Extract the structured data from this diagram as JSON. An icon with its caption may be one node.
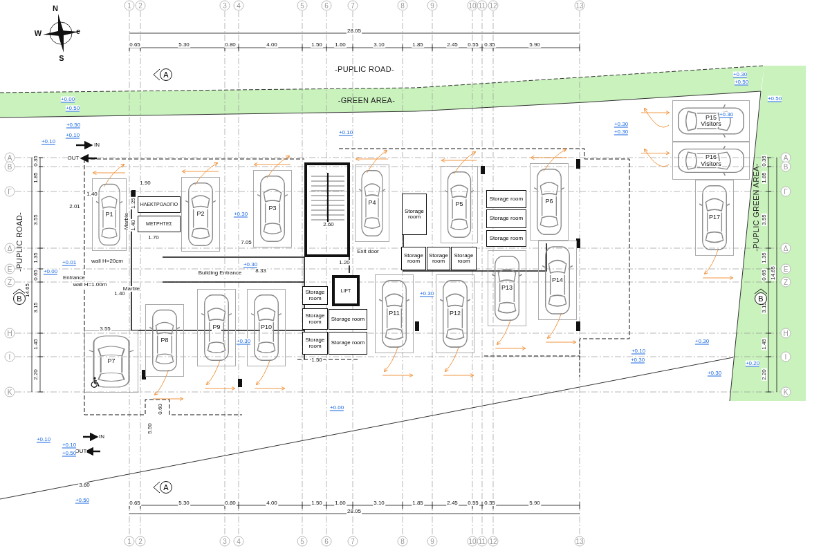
{
  "diagram": {
    "nodes": [
      {
        "text": [
          "P1"
        ]
      },
      {
        "text": [
          "P2"
        ]
      },
      {
        "text": [
          "P3"
        ]
      },
      {
        "text": [
          "P4"
        ]
      },
      {
        "text": [
          "P5"
        ]
      },
      {
        "text": [
          "P6"
        ]
      },
      {
        "text": [
          "P7"
        ]
      },
      {
        "text": [
          "P8"
        ]
      },
      {
        "text": [
          "P9"
        ]
      },
      {
        "text": [
          "P10"
        ]
      },
      {
        "text": [
          "P11"
        ]
      },
      {
        "text": [
          "P12"
        ]
      },
      {
        "text": [
          "P13"
        ]
      },
      {
        "text": [
          "P14"
        ]
      },
      {
        "text": [
          "P15",
          "Visitors"
        ]
      },
      {
        "text": [
          "P16",
          "Visitors"
        ]
      },
      {
        "text": [
          "P17"
        ]
      },
      {
        "text": [
          "LIFT"
        ]
      },
      {
        "text": [
          "ΗΛΕΚΤΡΟΛΟΓΙΟ"
        ]
      },
      {
        "text": [
          "ΜΕΤΡΗΤΕΣ"
        ]
      },
      {
        "text": [
          "Storage room"
        ]
      },
      {
        "text": [
          "Storage room"
        ]
      },
      {
        "text": [
          "Storage room"
        ]
      },
      {
        "text": [
          "Storage room"
        ]
      },
      {
        "text": [
          "Storage room"
        ]
      },
      {
        "text": [
          "Storage room"
        ]
      },
      {
        "text": [
          "Storage room"
        ]
      },
      {
        "text": [
          "Storage room"
        ]
      },
      {
        "text": [
          "Storage room"
        ]
      },
      {
        "text": [
          "Storage room"
        ]
      },
      {
        "text": [
          "Storage room"
        ]
      },
      {
        "text": [
          "Storage room"
        ]
      }
    ],
    "labels": [
      "N",
      "W",
      "e",
      "S",
      "1",
      "2",
      "3",
      "4",
      "5",
      "6",
      "7",
      "8",
      "9",
      "10",
      "11",
      "12",
      "13",
      "28.05",
      "0.65",
      "5.30",
      "0.80",
      "4.00",
      "1.50",
      "1.60",
      "3.10",
      "1.85",
      "2.45",
      "0.55",
      "0.35",
      "5.90",
      "-PUPLIC ROAD-",
      "A",
      "-GREEN AREA-",
      "+0.00",
      "+0.50",
      "+0.50",
      "+0.10",
      "+0.10",
      "+0.10",
      "+0.30",
      "+0.30",
      "+0.30",
      "+0.50",
      "+0.50",
      "+0.30",
      "IN",
      "OUT",
      "A",
      "B",
      "Γ",
      "Δ",
      "E",
      "Z",
      "H",
      "I",
      "K",
      "A",
      "B",
      "Γ",
      "Δ",
      "E",
      "Z",
      "H",
      "I",
      "K",
      "0.35",
      "1.85",
      "3.55",
      "1.35",
      "0.65",
      "3.15",
      "1.45",
      "2.20",
      "14.65",
      "0.35",
      "1.85",
      "3.55",
      "1.35",
      "0.65",
      "3.15",
      "1.45",
      "2.20",
      "14.65",
      "B",
      "B",
      "-PUPLIC ROAD-",
      "-PUPLIC GREEN AREA-",
      "1.90",
      "1.40",
      "2.01",
      "1.25",
      "1.40",
      "1.70",
      "7.05",
      "+0.01",
      "wall H=20cm",
      "+0.30",
      "+0.00",
      "Entrance",
      "Building Entrance",
      "+0.30",
      "8.33",
      "Marble",
      "wall H=1.00m",
      "Marble",
      "2.60",
      "Exit door",
      "1.20",
      "1.40",
      "+0.30",
      "3.55",
      "+0.30",
      "+0.30",
      "+0.10",
      "+0.30",
      "+0.20",
      "+0.30",
      "1.50",
      "+0.00",
      "0.60",
      "5.50",
      "+0.10",
      "IN",
      "+0.10",
      "OUT",
      "+0.50",
      "3.60",
      "+0.50",
      "A",
      "0.65",
      "5.30",
      "0.80",
      "4.00",
      "1.50",
      "1.60",
      "3.10",
      "1.85",
      "2.45",
      "0.55",
      "0.35",
      "5.90",
      "28.05",
      "1",
      "2",
      "3",
      "4",
      "5",
      "6",
      "7",
      "8",
      "9",
      "10",
      "11",
      "12",
      "13"
    ]
  }
}
